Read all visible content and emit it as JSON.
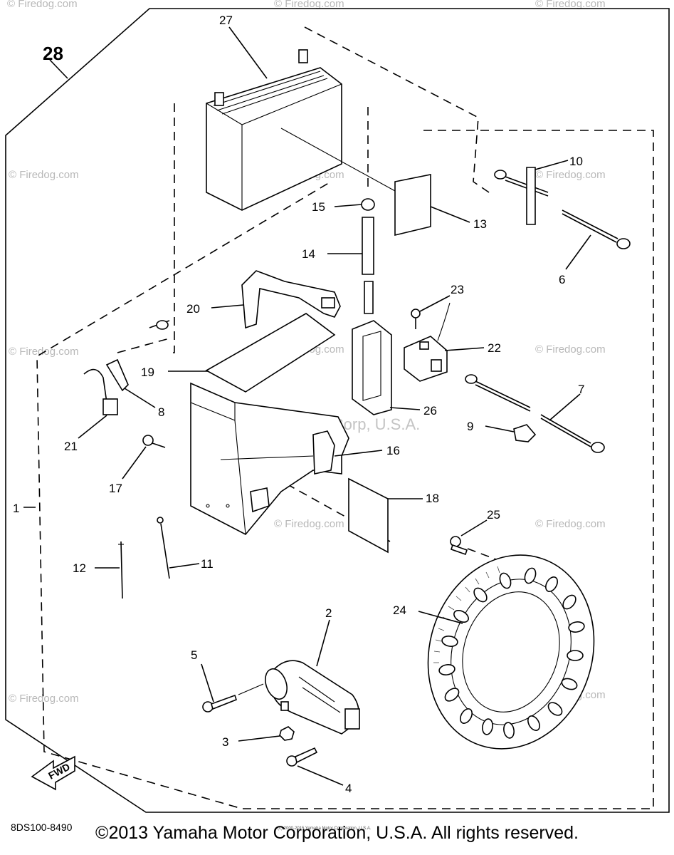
{
  "callouts": {
    "c1": "1",
    "c2": "2",
    "c3": "3",
    "c4": "4",
    "c5": "5",
    "c6": "6",
    "c7": "7",
    "c8": "8",
    "c9": "9",
    "c10": "10",
    "c11": "11",
    "c12": "12",
    "c13": "13",
    "c14": "14",
    "c15": "15",
    "c16": "16",
    "c17": "17",
    "c18": "18",
    "c19": "19",
    "c20": "20",
    "c21": "21",
    "c22": "22",
    "c23": "23",
    "c24": "24",
    "c25": "25",
    "c26": "26",
    "c27": "27",
    "c28": "28"
  },
  "watermark": "© Firedog.com",
  "center_watermark": "Yamaha Motor Corp, U.S.A.",
  "fwd_label": "FWD",
  "diagram_code": "8DS100-8490",
  "copyright": "©2013 Yamaha Motor Corporation, U.S.A. All rights reserved.",
  "fine_print": "(c) 2000-2015 Yamaha Motor Corporation, U.S.A."
}
